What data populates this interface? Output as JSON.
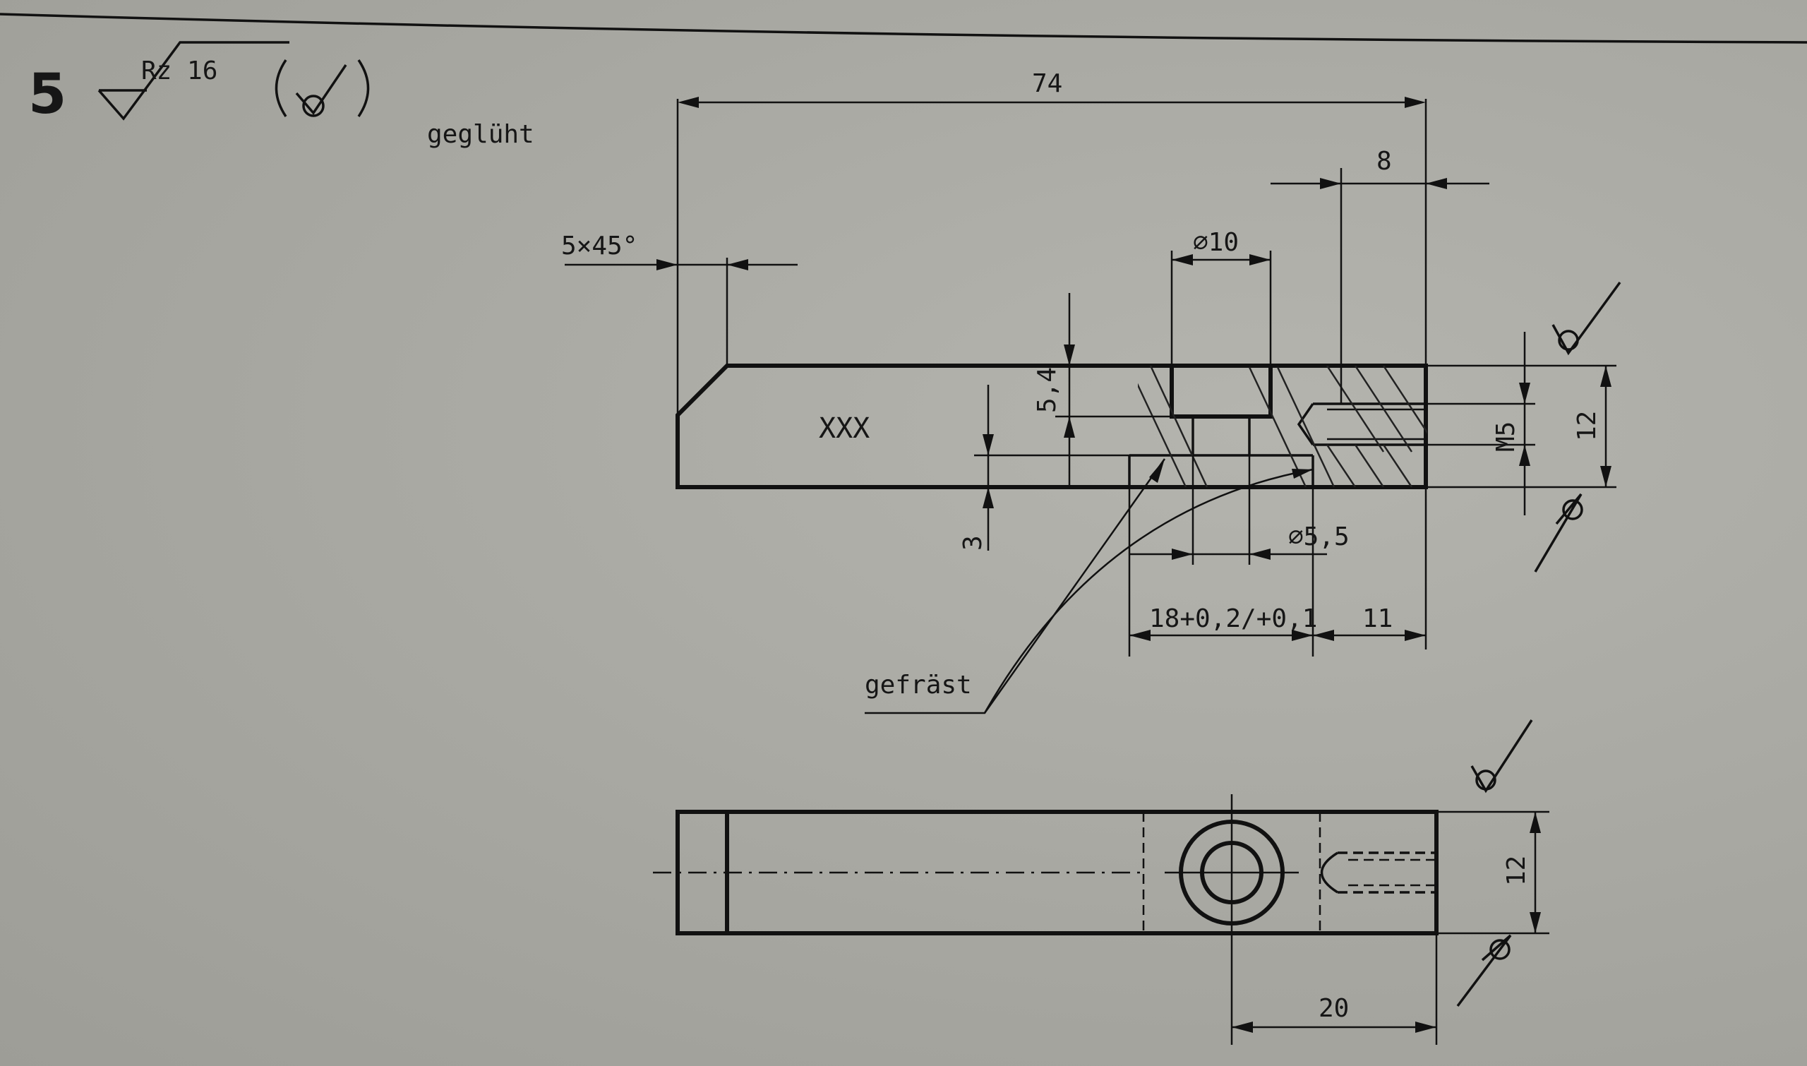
{
  "drawing": {
    "item_number": "5",
    "roughness_value": "Rz 16",
    "treatment_note": "geglüht",
    "milled_note": "gefräst",
    "part_marking": "XXX"
  },
  "dimensions": {
    "overall_length": "74",
    "thread_depth": "8",
    "chamfer": "5×45°",
    "counterbore_diameter": "⌀10",
    "counterbore_depth": "5,4",
    "thread": "M5",
    "height_side": "12",
    "slot_depth": "3",
    "hole_diameter": "⌀5,5",
    "slot_width": "18+0,2/+0,1",
    "edge_distance": "11",
    "height_top": "12",
    "hole_position": "20"
  }
}
